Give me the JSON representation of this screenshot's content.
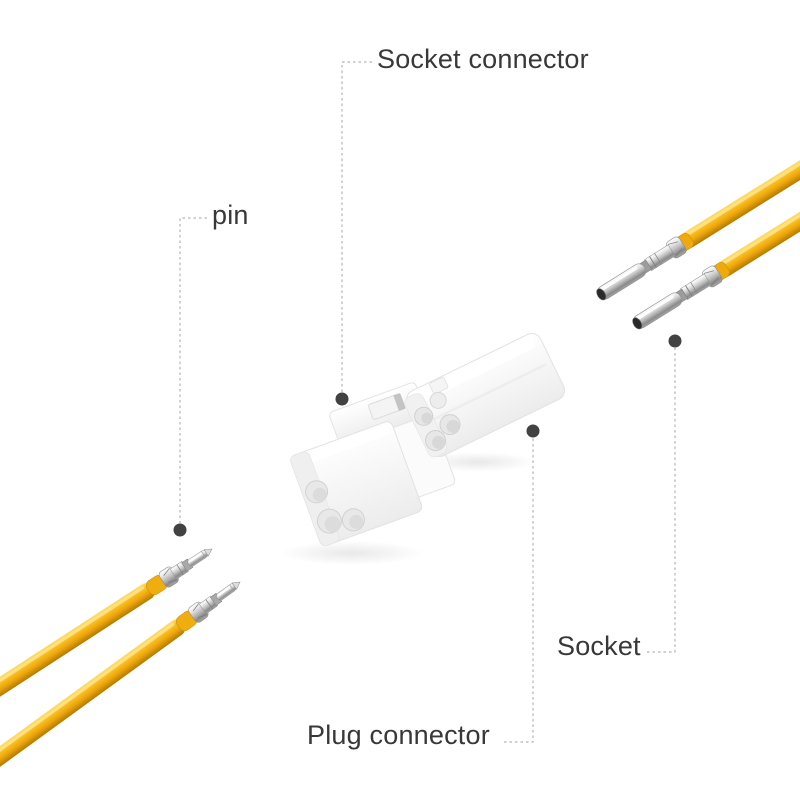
{
  "annotations": {
    "socket_connector": {
      "label": "Socket connector"
    },
    "pin": {
      "label": "pin"
    },
    "socket": {
      "label": "Socket"
    },
    "plug_connector": {
      "label": "Plug connector"
    }
  },
  "parts": [
    {
      "name": "pin-terminal-wire-pair",
      "wire_color": "#f2b51d",
      "terminal": "male-pin"
    },
    {
      "name": "socket-terminal-wire-pair",
      "wire_color": "#f2b51d",
      "terminal": "female-socket"
    },
    {
      "name": "socket-connector-housing",
      "color": "#ffffff"
    },
    {
      "name": "plug-connector-housing",
      "color": "#ffffff"
    }
  ],
  "colors": {
    "background": "#ffffff",
    "label_text": "#383838",
    "leader_line": "#b3b3b3",
    "leader_dot": "#424242",
    "wire_yellow": "#f2b51d",
    "wire_highlight": "#ffde6e",
    "wire_shadow": "#b27a00",
    "terminal_metal": "#c2c2c2",
    "housing_white": "#ffffff",
    "housing_shade": "#ededed"
  }
}
